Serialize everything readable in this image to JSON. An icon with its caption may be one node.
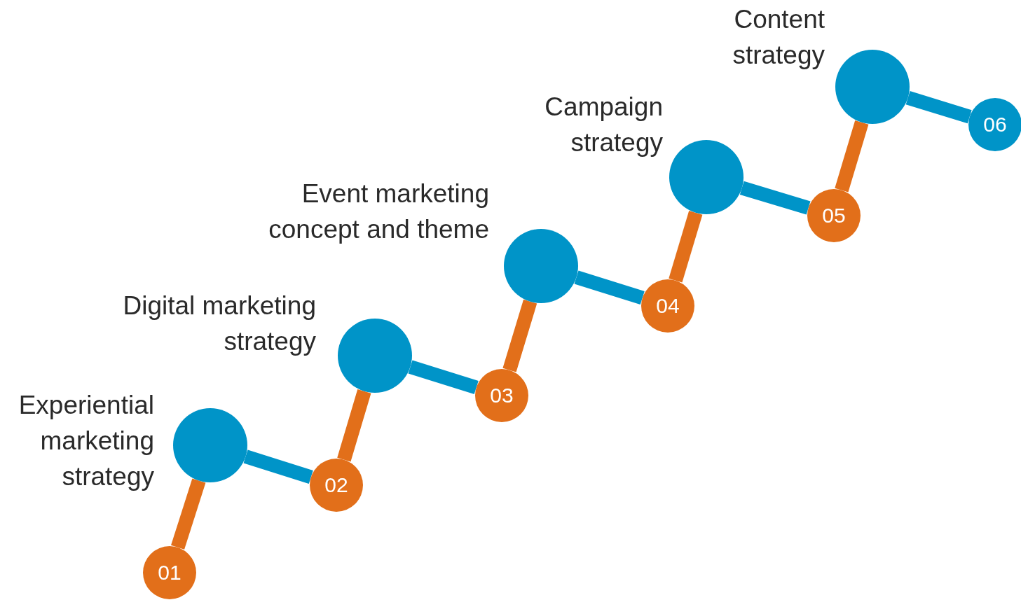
{
  "diagram": {
    "nodes": [
      {
        "text": [
          "01"
        ]
      },
      {
        "text": [],
        "shape": "circle",
        "beside": [
          "Experiential marketing strategy"
        ]
      },
      {
        "text": [
          "02"
        ]
      },
      {
        "text": [],
        "shape": "circle",
        "beside": [
          "Digital marketing strategy"
        ]
      },
      {
        "text": [
          "03"
        ]
      },
      {
        "text": [],
        "shape": "circle",
        "beside": [
          "Event marketing concept and theme"
        ]
      },
      {
        "text": [
          "04"
        ]
      },
      {
        "text": [],
        "shape": "circle",
        "beside": [
          "Campaign strategy"
        ]
      },
      {
        "text": [
          "05"
        ]
      },
      {
        "text": [],
        "shape": "circle",
        "beside": [
          "Content strategy"
        ]
      },
      {
        "text": [
          "06"
        ]
      }
    ],
    "edges": [
      {
        "from": 0,
        "to": 1,
        "arrow": "none",
        "color": "#e26f1a"
      },
      {
        "from": 1,
        "to": 2,
        "arrow": "none",
        "color": "#0094c8"
      },
      {
        "from": 2,
        "to": 3,
        "arrow": "none",
        "color": "#e26f1a"
      },
      {
        "from": 3,
        "to": 4,
        "arrow": "none",
        "color": "#0094c8"
      },
      {
        "from": 4,
        "to": 5,
        "arrow": "none",
        "color": "#e26f1a"
      },
      {
        "from": 5,
        "to": 6,
        "arrow": "none",
        "color": "#0094c8"
      },
      {
        "from": 6,
        "to": 7,
        "arrow": "none",
        "color": "#e26f1a"
      },
      {
        "from": 7,
        "to": 8,
        "arrow": "none",
        "color": "#0094c8"
      },
      {
        "from": 8,
        "to": 9,
        "arrow": "none",
        "color": "#e26f1a"
      },
      {
        "from": 9,
        "to": 10,
        "arrow": "none",
        "color": "#0094c8"
      }
    ]
  }
}
